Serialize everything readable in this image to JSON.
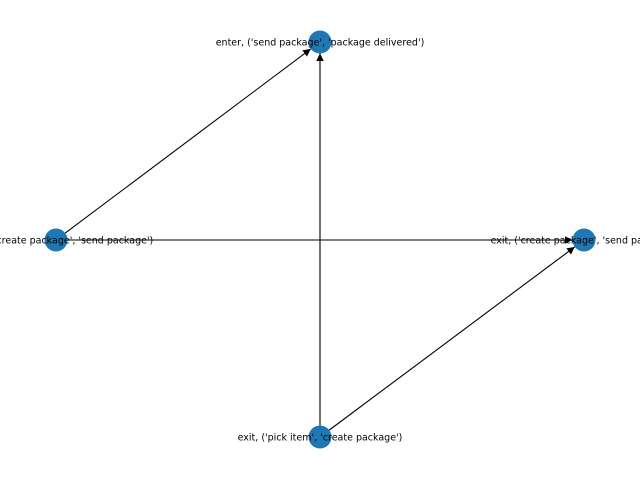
{
  "graph": {
    "node_color": "#1f77b4",
    "edge_color": "#000000",
    "background": "#ffffff",
    "directed": true,
    "nodes": [
      {
        "id": "top",
        "label": "enter, ('send package', 'package delivered')"
      },
      {
        "id": "left",
        "label": "enter, ('create package', 'send package')"
      },
      {
        "id": "right",
        "label": "exit, ('create package', 'send package')"
      },
      {
        "id": "bottom",
        "label": "exit, ('pick item', 'create package')"
      }
    ],
    "edges": [
      {
        "from": "left",
        "to": "top"
      },
      {
        "from": "bottom",
        "to": "top"
      },
      {
        "from": "left",
        "to": "right"
      },
      {
        "from": "bottom",
        "to": "right"
      }
    ]
  }
}
